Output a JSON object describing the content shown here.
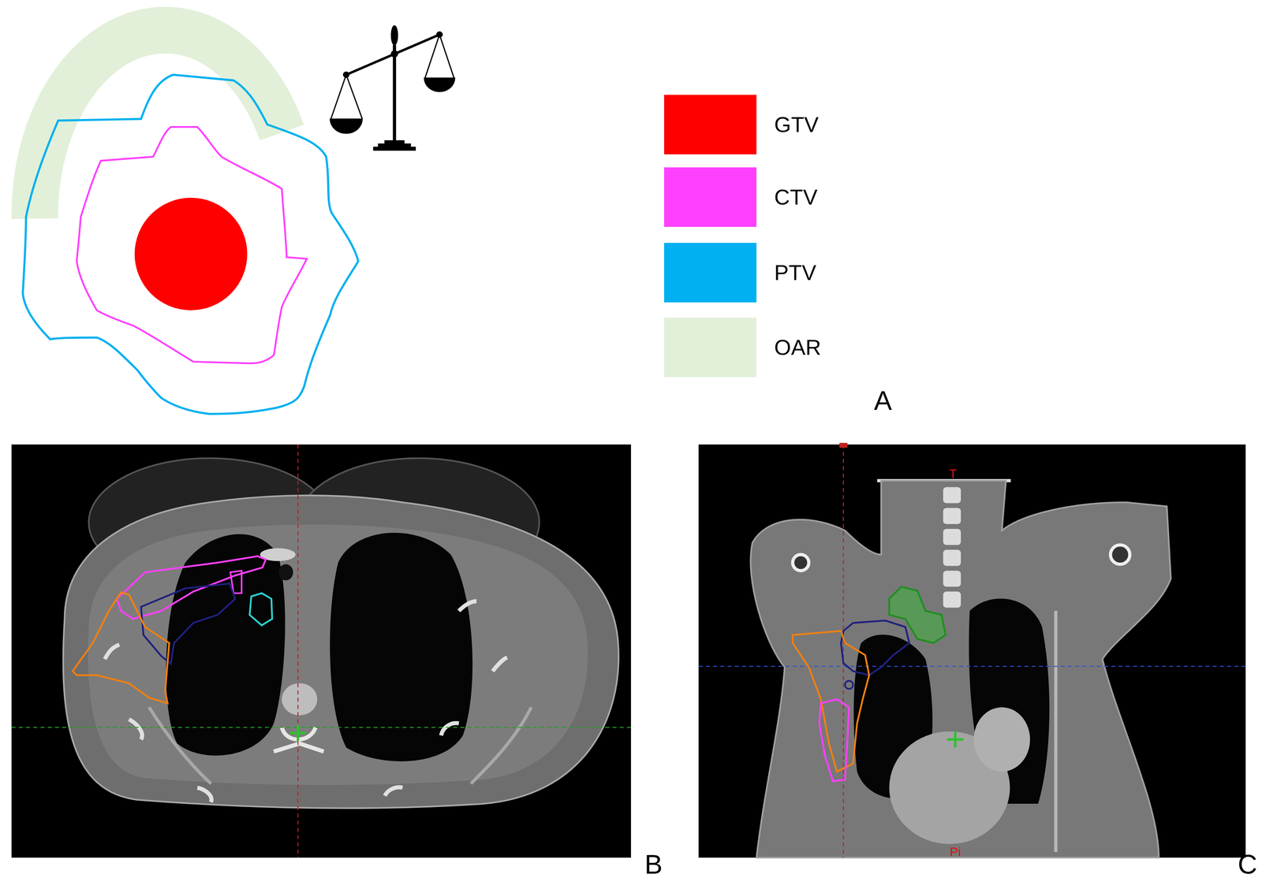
{
  "diagram": {
    "labels": [
      "A",
      "T",
      "Pi",
      "B",
      "C"
    ],
    "legend": [
      {
        "text": "GTV",
        "color": "#FF0000"
      },
      {
        "text": "CTV",
        "color": "#FF40FF"
      },
      {
        "text": "PTV",
        "color": "#00B0F0"
      },
      {
        "text": "OAR",
        "color": "#E2F0D9"
      }
    ]
  }
}
